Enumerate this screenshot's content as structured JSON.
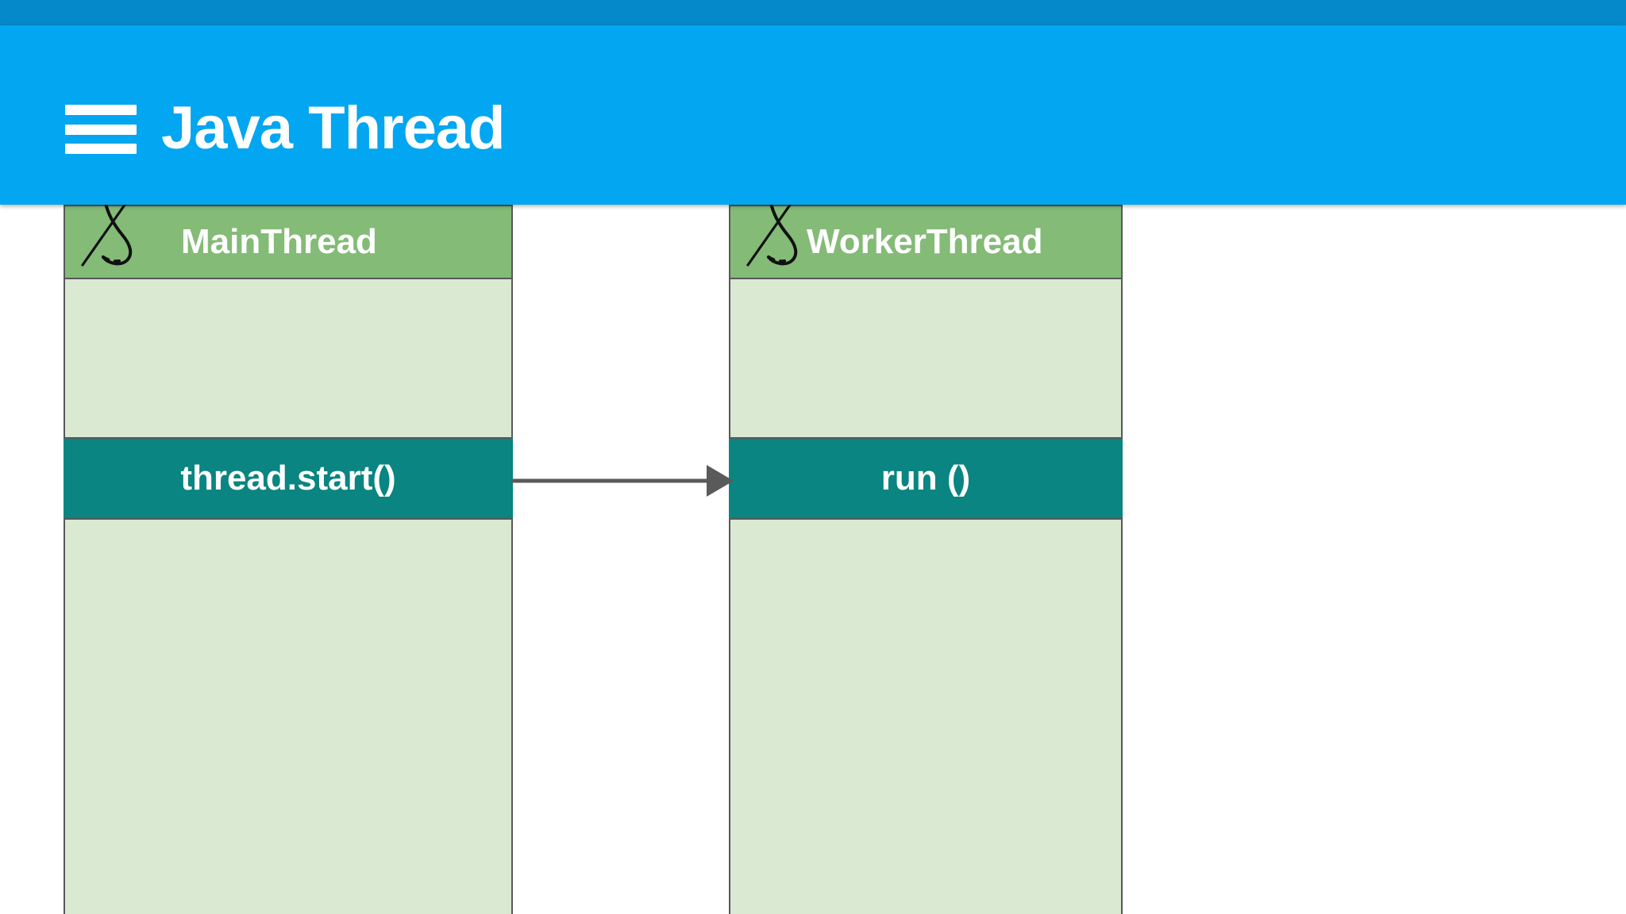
{
  "app": {
    "status_bar_color": "#0589cb",
    "app_bar_color": "#03a6f0",
    "title": "Java Thread",
    "menu_icon": "hamburger-menu-icon"
  },
  "diagram": {
    "type": "sequence-diagram",
    "background_color": "#ffffff",
    "border_color": "#58585a",
    "header_color": "#84bb77",
    "body_color": "#d9e9d2",
    "activation_color": "#0a8581",
    "arrow_color": "#5a5a5a",
    "columns": [
      {
        "id": "main-thread",
        "name": "MainThread",
        "glyph": "hand-drawn-loop-icon",
        "activation_label": "thread.start()"
      },
      {
        "id": "worker-thread",
        "name": "WorkerThread",
        "glyph": "hand-drawn-loop-icon",
        "activation_label": "run ()"
      }
    ],
    "messages": [
      {
        "from": "main-thread",
        "to": "worker-thread",
        "label": "",
        "direction": "right"
      }
    ]
  }
}
